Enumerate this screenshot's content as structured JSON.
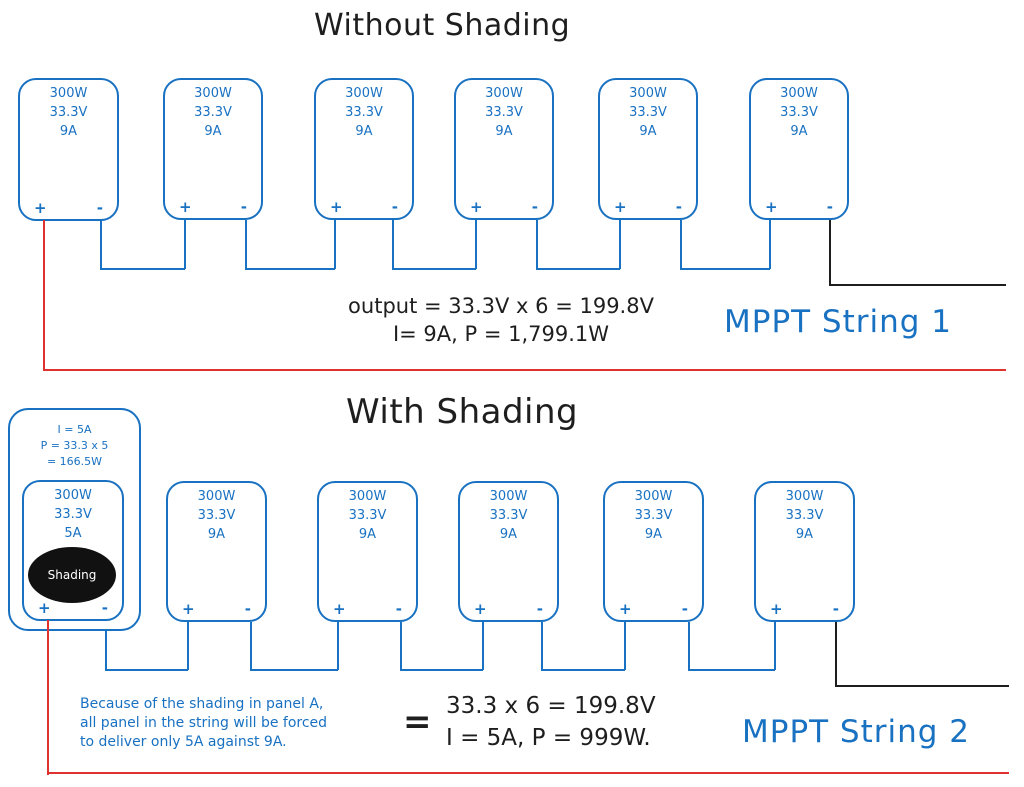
{
  "section_top": {
    "title": "Without Shading",
    "panels": [
      {
        "power": "300W",
        "voltage": "33.3V",
        "current": "9A",
        "plus": "+",
        "minus": "-"
      },
      {
        "power": "300W",
        "voltage": "33.3V",
        "current": "9A",
        "plus": "+",
        "minus": "-"
      },
      {
        "power": "300W",
        "voltage": "33.3V",
        "current": "9A",
        "plus": "+",
        "minus": "-"
      },
      {
        "power": "300W",
        "voltage": "33.3V",
        "current": "9A",
        "plus": "+",
        "minus": "-"
      },
      {
        "power": "300W",
        "voltage": "33.3V",
        "current": "9A",
        "plus": "+",
        "minus": "-"
      },
      {
        "power": "300W",
        "voltage": "33.3V",
        "current": "9A",
        "plus": "+",
        "minus": "-"
      }
    ],
    "calc_line1": "output = 33.3V x 6 = 199.8V",
    "calc_line2": "I= 9A, P = 1,799.1W",
    "mppt_label": "MPPT String 1"
  },
  "section_bottom": {
    "title": "With Shading",
    "shaded_note": {
      "line1": "I = 5A",
      "line2": "P = 33.3 x 5",
      "line3": "= 166.5W"
    },
    "shading_label": "Shading",
    "panels": [
      {
        "power": "300W",
        "voltage": "33.3V",
        "current": "5A",
        "plus": "+",
        "minus": "-"
      },
      {
        "power": "300W",
        "voltage": "33.3V",
        "current": "9A",
        "plus": "+",
        "minus": "-"
      },
      {
        "power": "300W",
        "voltage": "33.3V",
        "current": "9A",
        "plus": "+",
        "minus": "-"
      },
      {
        "power": "300W",
        "voltage": "33.3V",
        "current": "9A",
        "plus": "+",
        "minus": "-"
      },
      {
        "power": "300W",
        "voltage": "33.3V",
        "current": "9A",
        "plus": "+",
        "minus": "-"
      },
      {
        "power": "300W",
        "voltage": "33.3V",
        "current": "9A",
        "plus": "+",
        "minus": "-"
      }
    ],
    "explanation": {
      "line1": "Because of the shading in panel A,",
      "line2": "all panel in the string will be forced",
      "line3": "to deliver only 5A against 9A."
    },
    "equals_sign": "=",
    "calc_line1": "33.3 x 6 = 199.8V",
    "calc_line2": "I = 5A, P = 999W.",
    "mppt_label": "MPPT String 2"
  },
  "colors": {
    "panel_blue": "#1971c2",
    "positive_red": "#e03131",
    "negative_black": "#1e1e1e"
  }
}
